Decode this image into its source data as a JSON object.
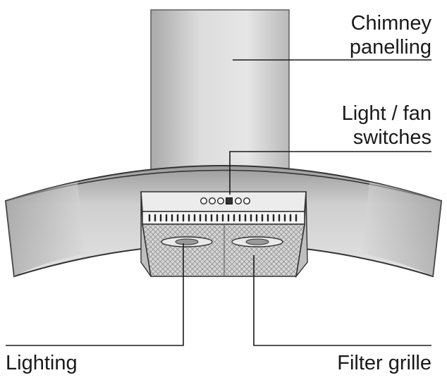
{
  "labels": {
    "chimney": [
      "Chimney",
      "panelling"
    ],
    "switches": [
      "Light / fan",
      "switches"
    ],
    "lighting": "Lighting",
    "filter": "Filter grille"
  },
  "switch_panel": {
    "buttons": [
      "round",
      "round",
      "round",
      "square",
      "round",
      "round"
    ]
  },
  "colors": {
    "outline": "#1a1a1a",
    "chimney_light": "#e4e4e4",
    "chimney_dark": "#b3b3b3",
    "glass_light": "#d0d0d0",
    "glass_dark": "#8a8a8a",
    "filter_mesh": "#cfcfcf"
  }
}
